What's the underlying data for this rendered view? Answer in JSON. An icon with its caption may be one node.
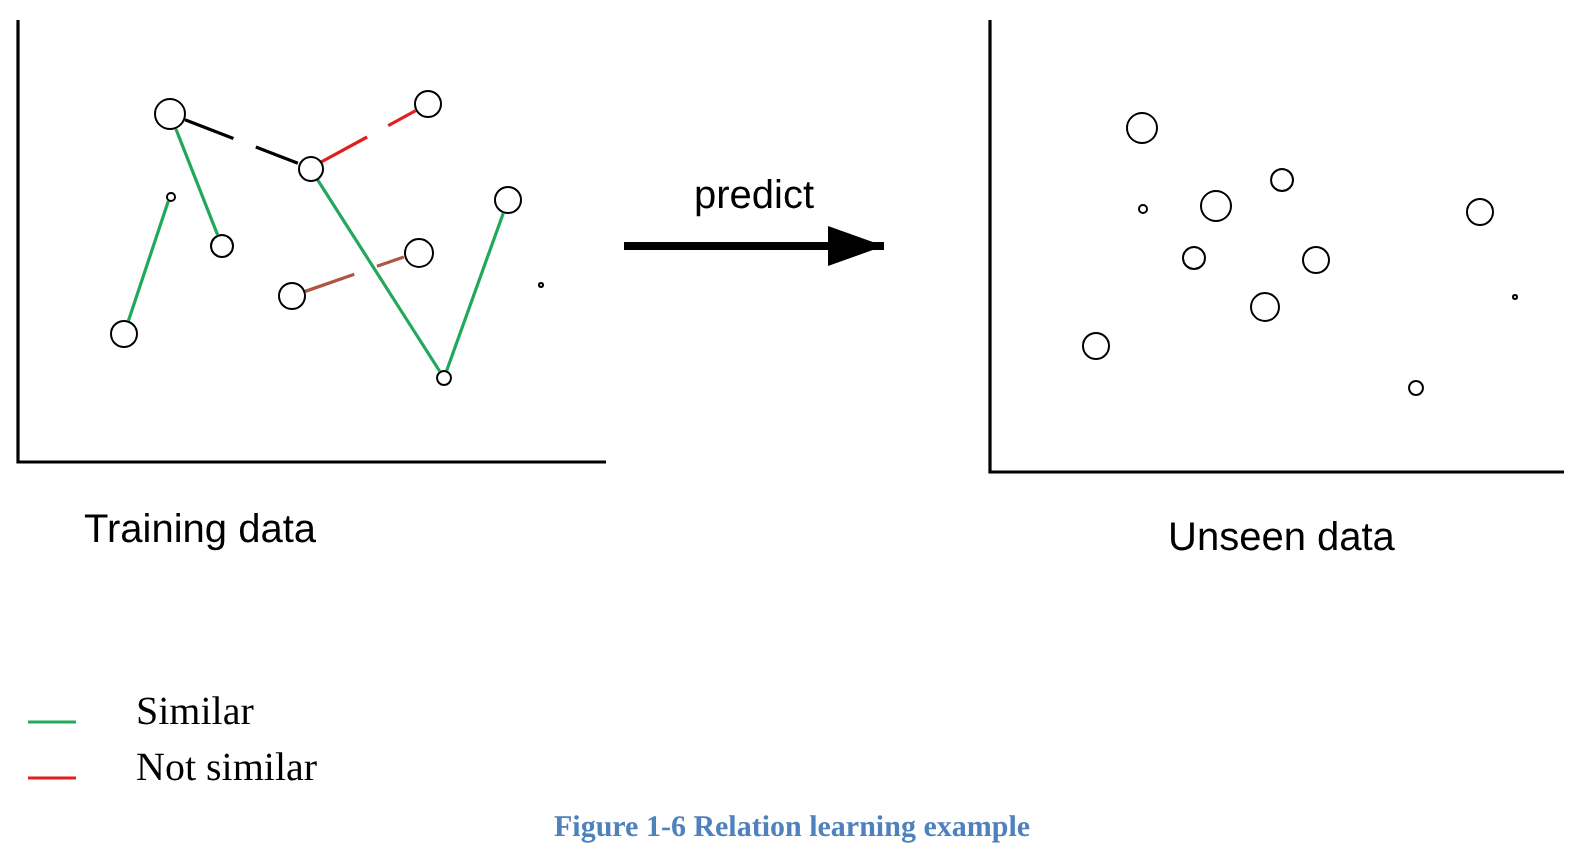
{
  "diagram": {
    "caption": "Figure 1-6 Relation learning example",
    "nodes": [
      {
        "text": [
          "Training data"
        ]
      },
      {
        "text": [],
        "shape": "circle",
        "in": 0
      },
      {
        "text": [],
        "shape": "circle",
        "in": 0
      },
      {
        "text": [],
        "shape": "circle",
        "in": 0
      },
      {
        "text": [],
        "shape": "circle",
        "in": 0
      },
      {
        "text": [],
        "shape": "circle",
        "in": 0
      },
      {
        "text": [],
        "shape": "circle",
        "in": 0
      },
      {
        "text": [],
        "shape": "circle",
        "in": 0
      },
      {
        "text": [],
        "shape": "circle",
        "in": 0
      },
      {
        "text": [],
        "shape": "circle",
        "in": 0
      },
      {
        "text": [],
        "shape": "circle",
        "in": 0
      },
      {
        "text": [],
        "shape": "circle",
        "in": 0
      },
      {
        "text": [
          "Unseen data"
        ]
      },
      {
        "text": [],
        "shape": "circle",
        "in": 12
      },
      {
        "text": [],
        "shape": "circle",
        "in": 12
      },
      {
        "text": [],
        "shape": "circle",
        "in": 12
      },
      {
        "text": [],
        "shape": "circle",
        "in": 12
      },
      {
        "text": [],
        "shape": "circle",
        "in": 12
      },
      {
        "text": [],
        "shape": "circle",
        "in": 12
      },
      {
        "text": [],
        "shape": "circle",
        "in": 12
      },
      {
        "text": [],
        "shape": "circle",
        "in": 12
      },
      {
        "text": [],
        "shape": "circle",
        "in": 12
      },
      {
        "text": [],
        "shape": "circle",
        "in": 12
      },
      {
        "text": [],
        "shape": "circle",
        "in": 12
      }
    ],
    "edges": [
      {
        "from": 2,
        "to": 4,
        "arrow": "none"
      },
      {
        "from": 3,
        "to": 1,
        "arrow": "none"
      },
      {
        "from": 2,
        "to": 6,
        "arrow": "none",
        "style": "dashed",
        "color": "#000000"
      },
      {
        "from": 6,
        "to": 8,
        "arrow": "none",
        "style": "dashed",
        "color": "#e02020"
      },
      {
        "from": 5,
        "to": 7,
        "arrow": "none",
        "style": "dashed",
        "color": "#b05545"
      },
      {
        "from": 6,
        "to": 9,
        "arrow": "none"
      },
      {
        "from": 9,
        "to": 10,
        "arrow": "none"
      },
      {
        "from": 0,
        "to": 12,
        "arrow": "to",
        "label": "predict",
        "style": "thick",
        "color": "#000000"
      }
    ],
    "legend": [
      {
        "text": "Similar"
      },
      {
        "text": "Not similar"
      }
    ]
  }
}
